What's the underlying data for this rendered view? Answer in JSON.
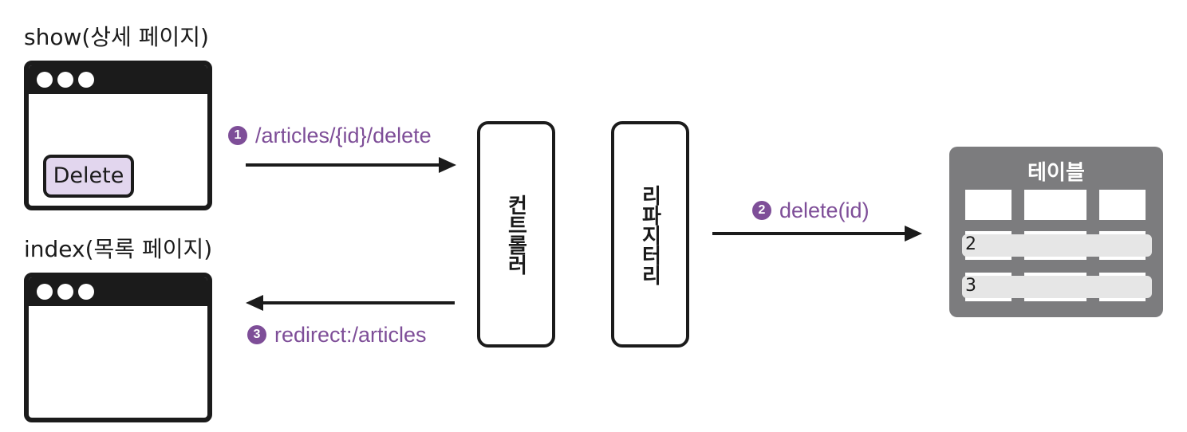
{
  "show_window": {
    "title": "show(상세 페이지)",
    "button_label": "Delete"
  },
  "index_window": {
    "title": "index(목록 페이지)"
  },
  "controller": {
    "label": "컨트롤러"
  },
  "repository": {
    "label": "리파지터리"
  },
  "table": {
    "title": "테이블",
    "rows": [
      "2",
      "3"
    ]
  },
  "steps": [
    {
      "number": "1",
      "text": "/articles/{id}/delete"
    },
    {
      "number": "2",
      "text": "delete(id)"
    },
    {
      "number": "3",
      "text": "redirect:/articles"
    }
  ],
  "colors": {
    "accent": "#7e4e98",
    "button_bg": "#e2d6ee",
    "table_bg": "#7c7c7e",
    "ink": "#1b1b1b"
  }
}
